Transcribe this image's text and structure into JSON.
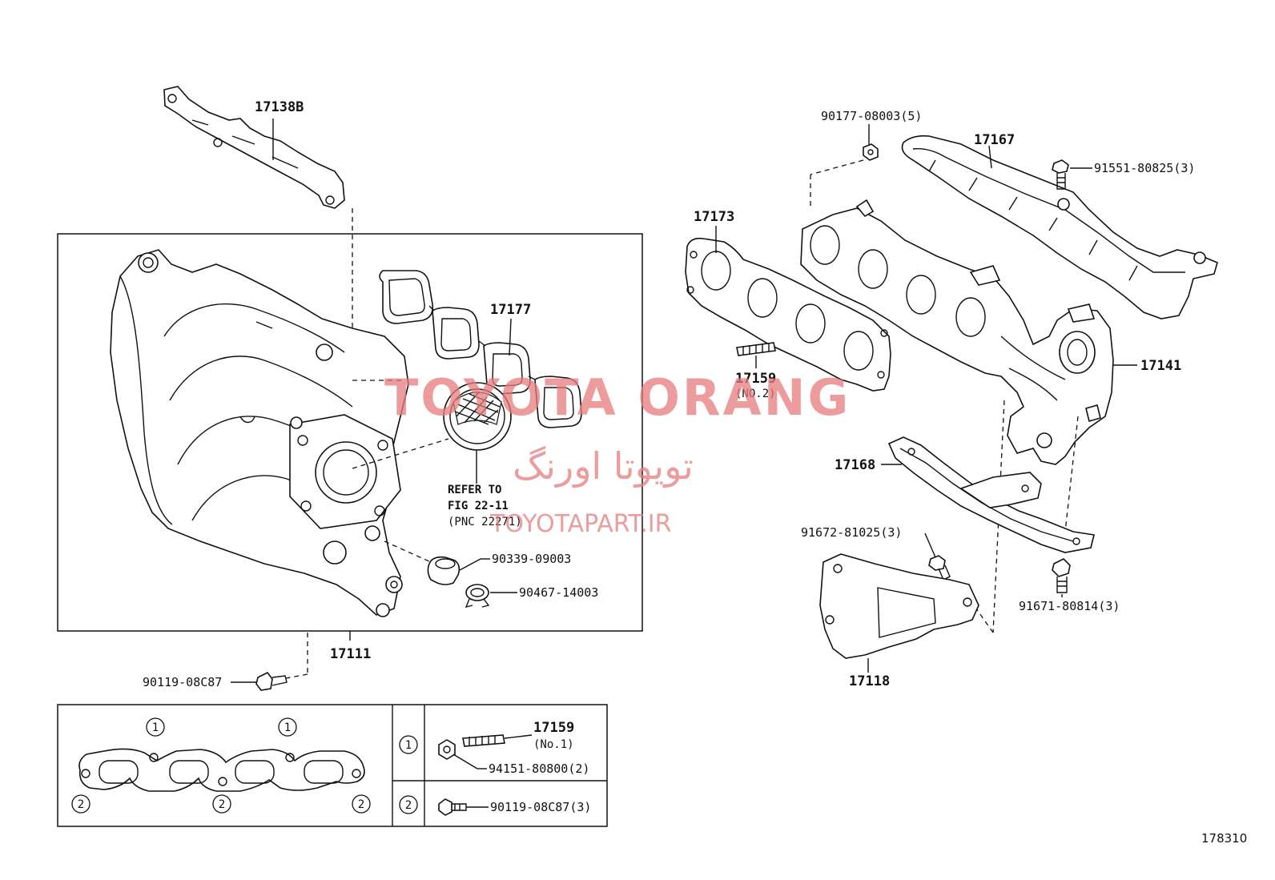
{
  "labels": {
    "p17138B": "17138B",
    "p17177": "17177",
    "p17111": "17111",
    "p90119_top": "90119-08C87",
    "p90339": "90339-09003",
    "p90467": "90467-14003",
    "refer_1": "REFER TO",
    "refer_2": "FIG 22-11",
    "refer_3": "(PNC 22271)",
    "p90177": "90177-08003(5)",
    "p17167": "17167",
    "p91551": "91551-80825(3)",
    "p17173": "17173",
    "p17159_no2": "17159",
    "p17159_no2_sub": "(NO.2)",
    "p17141": "17141",
    "p17168": "17168",
    "p91672": "91672-81025(3)",
    "p91671": "91671-80814(3)",
    "p17118": "17118",
    "p17159_no1": "17159",
    "p17159_no1_sub": "(No.1)",
    "p94151": "94151-80800(2)",
    "p90119_legend": "90119-08C87(3)",
    "fig_number": "178310"
  },
  "markers": {
    "one": "1",
    "two": "2"
  },
  "watermark": {
    "brand_en": "TOYOTA ORANG",
    "brand_fa": "تویوتا اورنگ",
    "url": "TOYOTAPART.IR",
    "color": "#e67b7b"
  }
}
